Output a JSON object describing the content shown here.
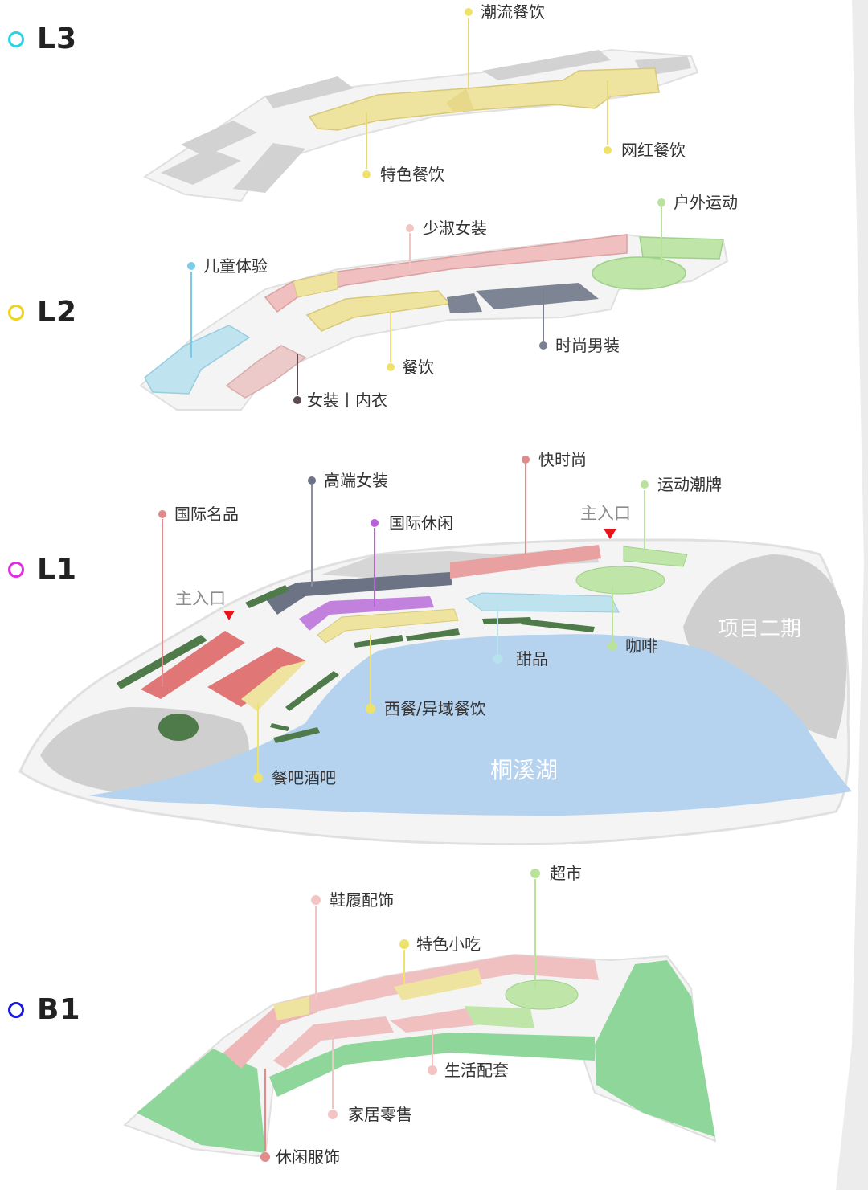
{
  "floors": [
    {
      "code": "L3",
      "ring_color": "#2ad4e8",
      "zones": [
        {
          "label": "潮流餐饮",
          "dot": "#efe26a"
        },
        {
          "label": "网红餐饮",
          "dot": "#efe26a"
        },
        {
          "label": "特色餐饮",
          "dot": "#efe26a"
        }
      ]
    },
    {
      "code": "L2",
      "ring_color": "#f2d21a",
      "zones": [
        {
          "label": "户外运动",
          "dot": "#b9e29a"
        },
        {
          "label": "少淑女装",
          "dot": "#f3c4c4"
        },
        {
          "label": "儿童体验",
          "dot": "#7ccbe6"
        },
        {
          "label": "时尚男装",
          "dot": "#7a8190"
        },
        {
          "label": "餐饮",
          "dot": "#efe26a"
        },
        {
          "label": "女装丨内衣",
          "dot": "#5b4a52"
        }
      ]
    },
    {
      "code": "L1",
      "ring_color": "#e02de0",
      "zones": [
        {
          "label": "快时尚",
          "dot": "#e08a8a"
        },
        {
          "label": "高端女装",
          "dot": "#6b7384"
        },
        {
          "label": "运动潮牌",
          "dot": "#b9e29a"
        },
        {
          "label": "国际名品",
          "dot": "#e08a8a"
        },
        {
          "label": "国际休闲",
          "dot": "#b861d8"
        },
        {
          "label": "甜品",
          "dot": "#b7e1ec"
        },
        {
          "label": "咖啡",
          "dot": "#b9e29a"
        },
        {
          "label": "西餐/异域餐饮",
          "dot": "#efe26a"
        },
        {
          "label": "餐吧酒吧",
          "dot": "#efe26a"
        }
      ],
      "entrances": [
        "主入口",
        "主入口"
      ],
      "lake": "桐溪湖",
      "phase2": "项目二期"
    },
    {
      "code": "B1",
      "ring_color": "#1a1ae0",
      "zones": [
        {
          "label": "超市",
          "dot": "#b9e29a"
        },
        {
          "label": "鞋履配饰",
          "dot": "#f3c4c4"
        },
        {
          "label": "特色小吃",
          "dot": "#efe26a"
        },
        {
          "label": "生活配套",
          "dot": "#f3c4c4"
        },
        {
          "label": "家居零售",
          "dot": "#f3c4c4"
        },
        {
          "label": "休闲服饰",
          "dot": "#e08a8a"
        }
      ]
    }
  ],
  "colors": {
    "platform": "#f4f4f4",
    "platform_edge": "#e2e2e2",
    "gray_block": "#cfcfcf",
    "lake": "#b5d3ef",
    "dark_green": "#4f7a4a",
    "light_green_area": "#8fd69b",
    "entrance_marker": "#e8141c"
  }
}
